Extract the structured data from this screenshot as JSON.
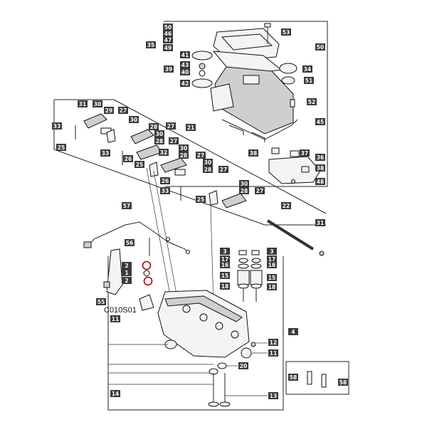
{
  "diagram_code": "C010S01",
  "callouts": [
    {
      "id": "c50a",
      "label": "50"
    },
    {
      "id": "c46",
      "label": "46"
    },
    {
      "id": "c47",
      "label": "47"
    },
    {
      "id": "c49",
      "label": "49"
    },
    {
      "id": "c53",
      "label": "53"
    },
    {
      "id": "c35",
      "label": "35"
    },
    {
      "id": "c50b",
      "label": "50"
    },
    {
      "id": "c41",
      "label": "41"
    },
    {
      "id": "c43",
      "label": "43"
    },
    {
      "id": "c39",
      "label": "39"
    },
    {
      "id": "c40",
      "label": "40"
    },
    {
      "id": "c42",
      "label": "42"
    },
    {
      "id": "c34",
      "label": "34"
    },
    {
      "id": "c51",
      "label": "51"
    },
    {
      "id": "c52",
      "label": "52"
    },
    {
      "id": "c45",
      "label": "45"
    },
    {
      "id": "c31a",
      "label": "31"
    },
    {
      "id": "c30a",
      "label": "30"
    },
    {
      "id": "c29",
      "label": "29"
    },
    {
      "id": "c27a",
      "label": "27"
    },
    {
      "id": "c33a",
      "label": "33"
    },
    {
      "id": "c30b",
      "label": "30"
    },
    {
      "id": "c28a",
      "label": "28"
    },
    {
      "id": "c27b",
      "label": "27"
    },
    {
      "id": "c21",
      "label": "21"
    },
    {
      "id": "c30c",
      "label": "30"
    },
    {
      "id": "c28b",
      "label": "28"
    },
    {
      "id": "c27c",
      "label": "27"
    },
    {
      "id": "c25a",
      "label": "25"
    },
    {
      "id": "c33b",
      "label": "33"
    },
    {
      "id": "c26a",
      "label": "26"
    },
    {
      "id": "c32",
      "label": "32"
    },
    {
      "id": "c30d",
      "label": "30"
    },
    {
      "id": "c28c",
      "label": "28"
    },
    {
      "id": "c27d",
      "label": "27"
    },
    {
      "id": "c25b",
      "label": "25"
    },
    {
      "id": "c30e",
      "label": "30"
    },
    {
      "id": "c28d",
      "label": "28"
    },
    {
      "id": "c27e",
      "label": "27"
    },
    {
      "id": "c38a",
      "label": "38"
    },
    {
      "id": "c37",
      "label": "37"
    },
    {
      "id": "c36",
      "label": "36"
    },
    {
      "id": "c38b",
      "label": "38"
    },
    {
      "id": "c48",
      "label": "48"
    },
    {
      "id": "c26b",
      "label": "26"
    },
    {
      "id": "c33c",
      "label": "33"
    },
    {
      "id": "c30f",
      "label": "30"
    },
    {
      "id": "c28e",
      "label": "28"
    },
    {
      "id": "c27f",
      "label": "27"
    },
    {
      "id": "c25c",
      "label": "25"
    },
    {
      "id": "c22",
      "label": "22"
    },
    {
      "id": "c57",
      "label": "57"
    },
    {
      "id": "c31b",
      "label": "31"
    },
    {
      "id": "c56",
      "label": "56"
    },
    {
      "id": "c2a",
      "label": "2"
    },
    {
      "id": "c1",
      "label": "1"
    },
    {
      "id": "c2b",
      "label": "2"
    },
    {
      "id": "c3a",
      "label": "3"
    },
    {
      "id": "c17a",
      "label": "17"
    },
    {
      "id": "c16a",
      "label": "16"
    },
    {
      "id": "c15a",
      "label": "15"
    },
    {
      "id": "c18a",
      "label": "18"
    },
    {
      "id": "c3b",
      "label": "3"
    },
    {
      "id": "c17b",
      "label": "17"
    },
    {
      "id": "c16b",
      "label": "16"
    },
    {
      "id": "c15b",
      "label": "15"
    },
    {
      "id": "c18b",
      "label": "18"
    },
    {
      "id": "c55",
      "label": "55"
    },
    {
      "id": "c11a",
      "label": "11"
    },
    {
      "id": "c4",
      "label": "4"
    },
    {
      "id": "c12",
      "label": "12"
    },
    {
      "id": "c11b",
      "label": "11"
    },
    {
      "id": "c20",
      "label": "20"
    },
    {
      "id": "c58a",
      "label": "58"
    },
    {
      "id": "c58b",
      "label": "58"
    },
    {
      "id": "c14",
      "label": "14"
    },
    {
      "id": "c13",
      "label": "13"
    }
  ]
}
